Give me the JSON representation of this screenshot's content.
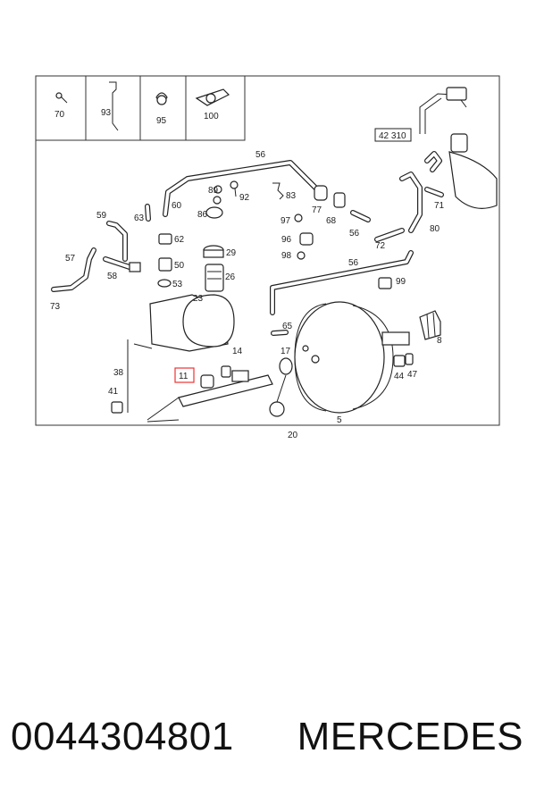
{
  "diagram": {
    "legend_labels": [
      "70",
      "93",
      "95",
      "100"
    ],
    "ref_box": "42 310",
    "highlighted_part": "11",
    "callouts": {
      "c56a": "56",
      "c89": "89",
      "c92": "92",
      "c83": "83",
      "c86": "86",
      "c60": "60",
      "c77": "77",
      "c68": "68",
      "c59": "59",
      "c63": "63",
      "c97": "97",
      "c96": "96",
      "c98": "98",
      "c56b": "56",
      "c72": "72",
      "c80": "80",
      "c71": "71",
      "c62": "62",
      "c29": "29",
      "c50": "50",
      "c26": "26",
      "c57": "57",
      "c58": "58",
      "c53": "53",
      "c23": "23",
      "c56c": "56",
      "c99": "99",
      "c73": "73",
      "c65": "65",
      "c8": "8",
      "c38": "38",
      "c14": "14",
      "c17": "17",
      "c44": "44",
      "c47": "47",
      "c41": "41",
      "c20": "20",
      "c5": "5"
    }
  },
  "footer": {
    "part_number": "0044304801",
    "brand": "MERCEDES"
  }
}
